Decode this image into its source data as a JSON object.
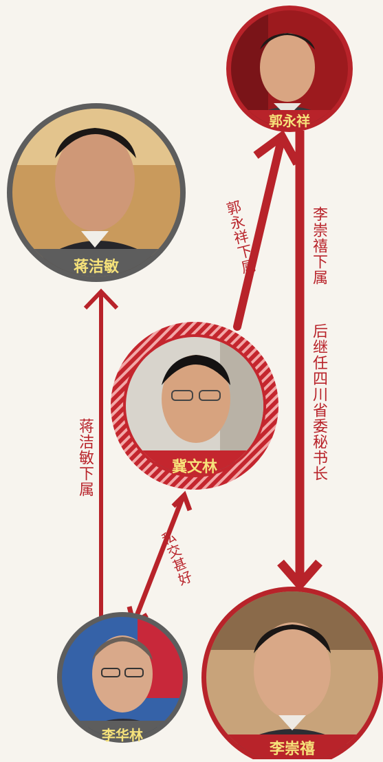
{
  "people": {
    "guo_yongxiang": {
      "name": "郭永祥"
    },
    "jiang_jiemin": {
      "name": "蒋洁敏"
    },
    "ji_wenlin": {
      "name": "冀文林"
    },
    "li_hualin": {
      "name": "李华林"
    },
    "li_chuncheng": {
      "name": "李崇禧"
    }
  },
  "relations": {
    "ji_to_guo": "郭永祥下属",
    "li_to_guo": "李崇禧下属",
    "guo_to_li": "后继任四川省委秘书长",
    "li_to_jiang": "蒋洁敏下属",
    "ji_li_mutual": "私交甚好"
  },
  "colors": {
    "accent": "#b8232a",
    "ring_gray": "#5d5d5d",
    "label_text": "#f6e27a"
  }
}
